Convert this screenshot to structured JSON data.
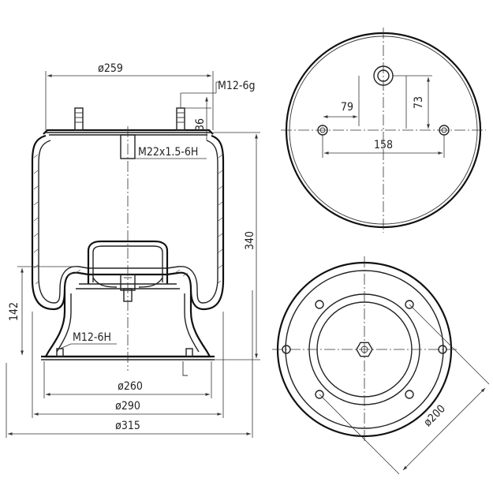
{
  "side_view": {
    "labels": {
      "top_diameter": "ø259",
      "stud_thread": "M12-6g",
      "stud_height": "36",
      "center_thread": "M22x1.5-6H",
      "overall_height": "340",
      "piston_height": "142",
      "bottom_thread": "M12-6H",
      "piston_diameter": "ø260",
      "bellows_diameter": "ø290",
      "max_diameter": "ø315"
    }
  },
  "top_view": {
    "labels": {
      "offset_x": "79",
      "offset_y": "73",
      "stud_spacing": "158"
    }
  },
  "bottom_view": {
    "labels": {
      "bolt_circle": "ø200"
    }
  }
}
